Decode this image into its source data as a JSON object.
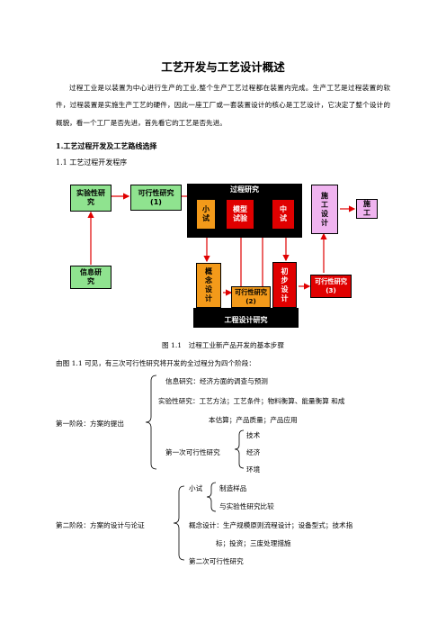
{
  "title": "工艺开发与工艺设计概述",
  "intro": "过程工业是以装置为中心进行生产的工业,整个生产工艺过程都在装置内完成。生产工艺是过程装置的软件，过程装置是实施生产工艺的硬件，因此一座工厂或一套装置设计的核心是工艺设计，它决定了整个设计的概貌，看一个工厂是否先进，首先看它的工艺是否先进。",
  "section1": "1.工艺过程开发及工艺路线选择",
  "subsection": "1.1 工艺过程开发程序",
  "diagram": {
    "shiyanxing": "实验性研究",
    "kexing1": "可行性研究(1)",
    "guocheng": "过程研究",
    "xiaoshi": "小试",
    "moxing": "模型试验",
    "zhongshi": "中试",
    "shigong_sheji": "施工设计",
    "shigong": "施工",
    "xinxi": "信息研究",
    "gainian": "概念设计",
    "kexing2": "可行性研究(2)",
    "chubu": "初步设计",
    "kexing3": "可行性研究(3)",
    "gongcheng": "工程设计研究"
  },
  "caption": "图 1.1　过程工业新产品开发的基本步骤",
  "lead": "由图 1.1 可见，有三次可行性研究将开发的全过程分为四个阶段：",
  "stage1": {
    "label": "第一阶段：方案的提出",
    "l1": "信息研究：经济方面的调查与预测",
    "l2": "实验性研究：工艺方法；工艺条件；物料衡算、能量衡算 和成",
    "l3": "本估算；产品质量；产品应用",
    "l4": "第一次可行性研究",
    "t1": "技术",
    "t2": "经济",
    "t3": "环境"
  },
  "stage2": {
    "label": "第二阶段：方案的设计与论证",
    "xs": "小试",
    "xs1": "制造样品",
    "xs2": "与实验性研究比较",
    "l2": "概念设计：生产规模原则流程设计；设备型式；技术指",
    "l3": "标；投资；三废处理措施",
    "l4": "第二次可行性研究"
  }
}
